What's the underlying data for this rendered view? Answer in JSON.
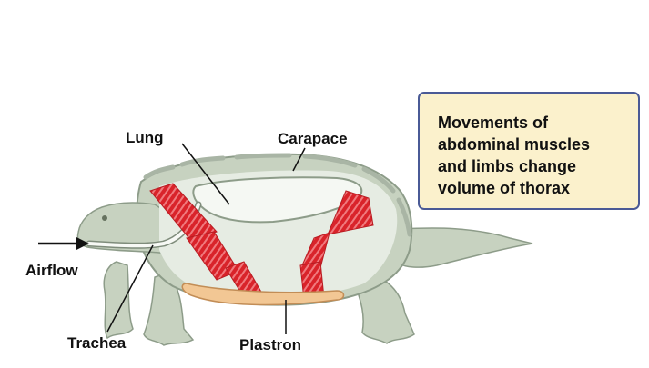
{
  "labels": {
    "lung": "Lung",
    "carapace": "Carapace",
    "airflow": "Airflow",
    "trachea": "Trachea",
    "plastron": "Plastron"
  },
  "note": {
    "lines": [
      "Movements of",
      "abdominal muscles",
      "and limbs change",
      "volume of thorax"
    ]
  },
  "colors": {
    "body_fill": "#c7d2c0",
    "body_outline": "#8d9c89",
    "cavity": "#e6ece3",
    "muscle": "#d9232a",
    "plastron": "#f2c794",
    "note_fill": "#fbf1cc",
    "note_border": "#4a5a96"
  }
}
